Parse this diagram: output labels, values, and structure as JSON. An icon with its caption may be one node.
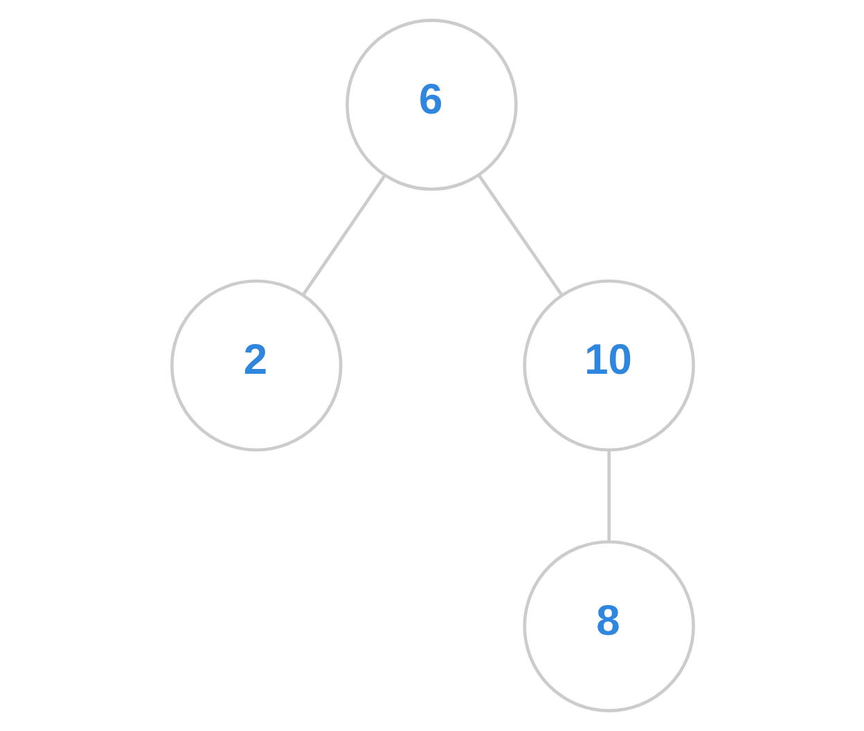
{
  "diagram": {
    "nodes": [
      {
        "text": [
          "6"
        ]
      },
      {
        "text": [
          "2"
        ]
      },
      {
        "text": [
          "10"
        ]
      },
      {
        "text": [
          "8"
        ]
      }
    ],
    "edges": [
      {
        "from": 0,
        "to": 1,
        "arrow": "none"
      },
      {
        "from": 0,
        "to": 2,
        "arrow": "none"
      },
      {
        "from": 2,
        "to": 3,
        "arrow": "none"
      }
    ]
  }
}
